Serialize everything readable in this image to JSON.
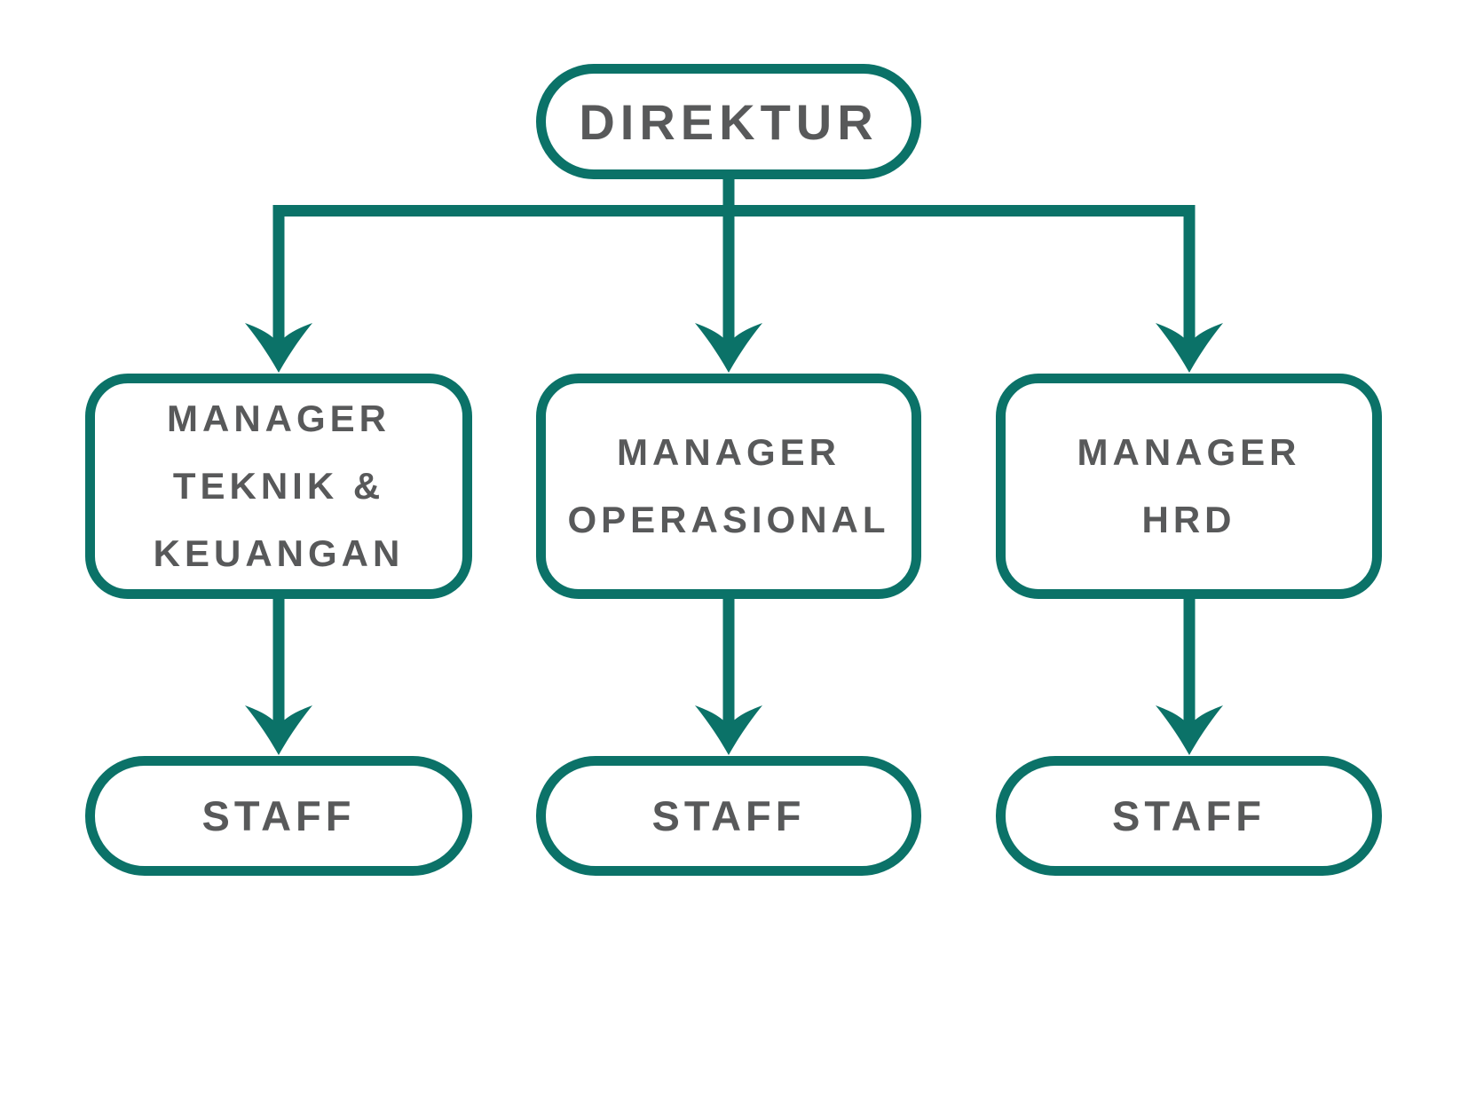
{
  "colors": {
    "accent": "#0b7268",
    "text": "#58595a",
    "background": "#ffffff"
  },
  "nodes": {
    "direktur": {
      "label": "DIREKTUR"
    },
    "manager_teknik_keuangan": {
      "lines": [
        "MANAGER",
        "TEKNIK &",
        "KEUANGAN"
      ]
    },
    "manager_operasional": {
      "lines": [
        "MANAGER",
        "OPERASIONAL"
      ]
    },
    "manager_hrd": {
      "lines": [
        "MANAGER",
        "HRD"
      ]
    },
    "staff_teknik": {
      "label": "STAFF"
    },
    "staff_operasional": {
      "label": "STAFF"
    },
    "staff_hrd": {
      "label": "STAFF"
    }
  },
  "edges": [
    {
      "from": "direktur",
      "to": "manager_teknik_keuangan"
    },
    {
      "from": "direktur",
      "to": "manager_operasional"
    },
    {
      "from": "direktur",
      "to": "manager_hrd"
    },
    {
      "from": "manager_teknik_keuangan",
      "to": "staff_teknik"
    },
    {
      "from": "manager_operasional",
      "to": "staff_operasional"
    },
    {
      "from": "manager_hrd",
      "to": "staff_hrd"
    }
  ]
}
